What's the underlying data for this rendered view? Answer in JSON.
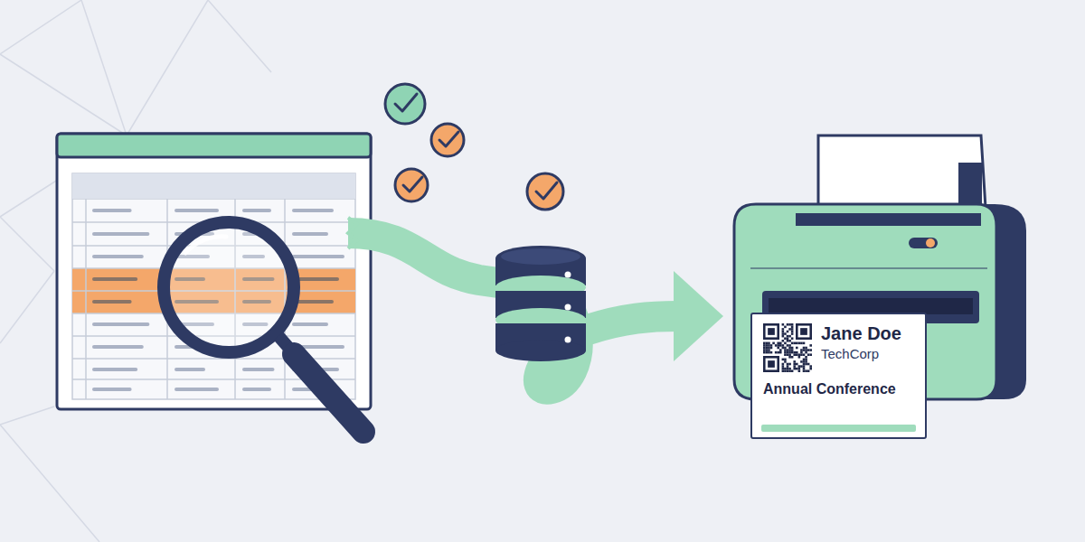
{
  "diagram": {
    "nodes": [
      {
        "text": [
          "Jane Doe",
          "TechCorp",
          "Annual Conference"
        ]
      }
    ]
  }
}
